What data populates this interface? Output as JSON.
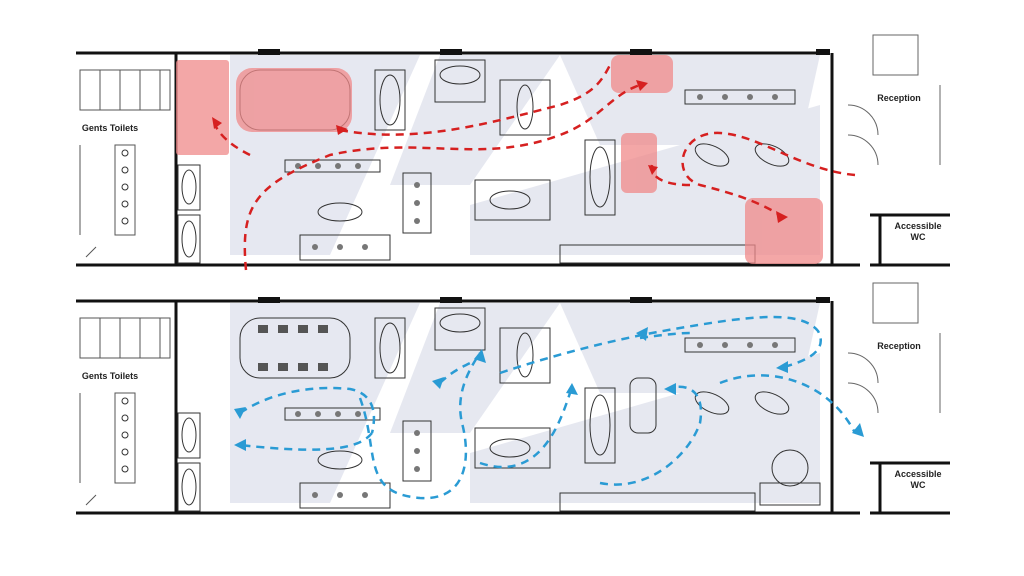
{
  "plans": [
    {
      "id": "top-plan",
      "labels": {
        "gents_toilets": "Gents Toilets",
        "reception": "Reception",
        "accessible_wc_line1": "Accessible",
        "accessible_wc_line2": "WC"
      },
      "overlay": "destinations",
      "highlight_color": "#f08a8a",
      "arrow_color": "#d62020"
    },
    {
      "id": "bottom-plan",
      "labels": {
        "gents_toilets": "Gents Toilets",
        "reception": "Reception",
        "accessible_wc_line1": "Accessible",
        "accessible_wc_line2": "WC"
      },
      "overlay": "circulation",
      "arrow_color": "#2a9bd4"
    }
  ],
  "colors": {
    "wall": "#111111",
    "floor_shade": "#e2e4ee",
    "fixture": "#444444"
  }
}
